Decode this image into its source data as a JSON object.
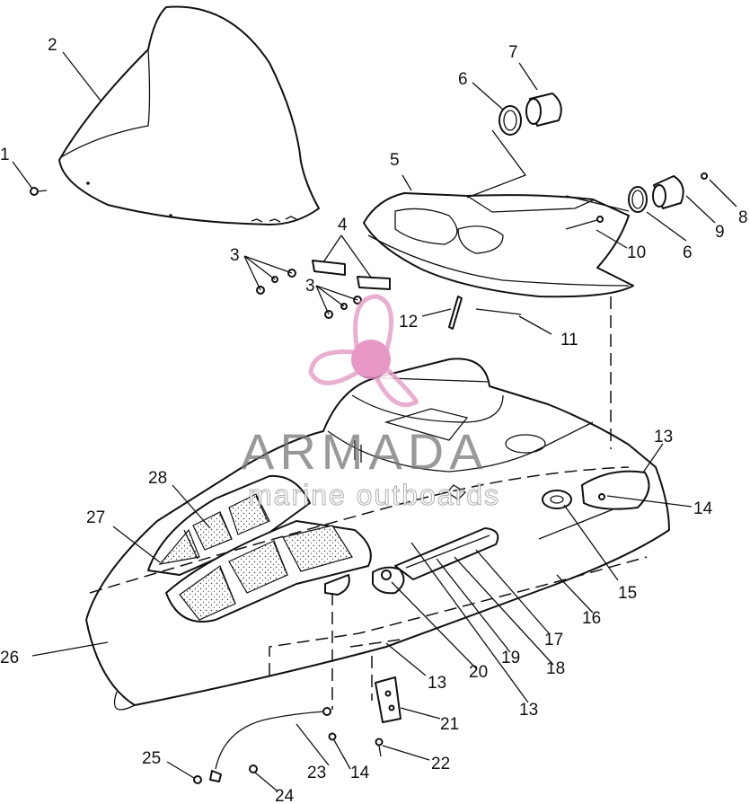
{
  "watermark": {
    "brand": "ARMADA",
    "tagline": "marine outboards",
    "logo_color": "#e8a0c8",
    "logo_hub_color": "#e585bd",
    "text_color": "#777777"
  },
  "callouts": [
    {
      "id": "c1",
      "label": "1"
    },
    {
      "id": "c2",
      "label": "2"
    },
    {
      "id": "c3a",
      "label": "3"
    },
    {
      "id": "c3b",
      "label": "3"
    },
    {
      "id": "c4",
      "label": "4"
    },
    {
      "id": "c5",
      "label": "5"
    },
    {
      "id": "c6a",
      "label": "6"
    },
    {
      "id": "c6b",
      "label": "6"
    },
    {
      "id": "c7",
      "label": "7"
    },
    {
      "id": "c8",
      "label": "8"
    },
    {
      "id": "c9",
      "label": "9"
    },
    {
      "id": "c10",
      "label": "10"
    },
    {
      "id": "c11",
      "label": "11"
    },
    {
      "id": "c12",
      "label": "12"
    },
    {
      "id": "c13a",
      "label": "13"
    },
    {
      "id": "c13b",
      "label": "13"
    },
    {
      "id": "c13c",
      "label": "13"
    },
    {
      "id": "c14a",
      "label": "14"
    },
    {
      "id": "c14b",
      "label": "14"
    },
    {
      "id": "c15",
      "label": "15"
    },
    {
      "id": "c16",
      "label": "16"
    },
    {
      "id": "c17",
      "label": "17"
    },
    {
      "id": "c18",
      "label": "18"
    },
    {
      "id": "c19",
      "label": "19"
    },
    {
      "id": "c20",
      "label": "20"
    },
    {
      "id": "c21",
      "label": "21"
    },
    {
      "id": "c22",
      "label": "22"
    },
    {
      "id": "c23",
      "label": "23"
    },
    {
      "id": "c24",
      "label": "24"
    },
    {
      "id": "c25",
      "label": "25"
    },
    {
      "id": "c26",
      "label": "26"
    },
    {
      "id": "c27",
      "label": "27"
    },
    {
      "id": "c28",
      "label": "28"
    }
  ]
}
